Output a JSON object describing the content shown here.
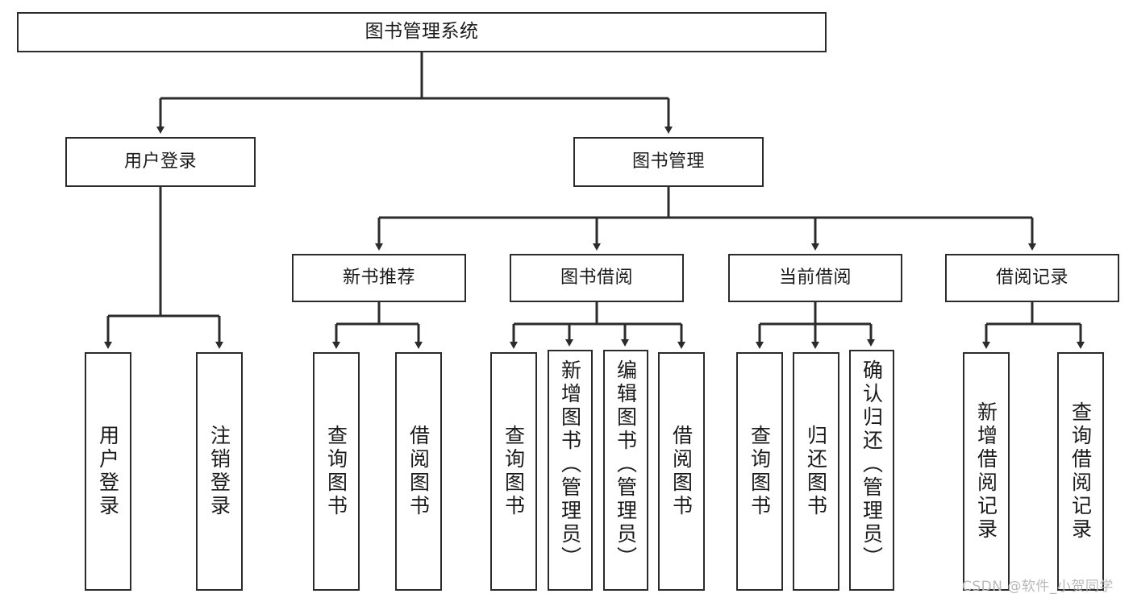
{
  "diagram": {
    "title": "图书管理系统",
    "type": "hierarchy-tree",
    "nodes": {
      "root": {
        "label": "图书管理系统",
        "level": 0
      },
      "user_login": {
        "label": "用户登录",
        "level": 1
      },
      "book_manage": {
        "label": "图书管理",
        "level": 1
      },
      "new_book_rec": {
        "label": "新书推荐",
        "level": 2
      },
      "book_borrow": {
        "label": "图书借阅",
        "level": 2
      },
      "current_borrow": {
        "label": "当前借阅",
        "level": 2
      },
      "borrow_record": {
        "label": "借阅记录",
        "level": 2
      },
      "leaf_user_login": {
        "label": "用户登录",
        "level": 3
      },
      "leaf_logout": {
        "label": "注销登录",
        "level": 3
      },
      "leaf_query_book_1": {
        "label": "查询图书",
        "level": 3
      },
      "leaf_borrow_book_1": {
        "label": "借阅图书",
        "level": 3
      },
      "leaf_query_book_2": {
        "label": "查询图书",
        "level": 3
      },
      "leaf_add_book": {
        "label": "新增图书（管理员）",
        "level": 3
      },
      "leaf_edit_book": {
        "label": "编辑图书（管理员）",
        "level": 3
      },
      "leaf_borrow_book_2": {
        "label": "借阅图书",
        "level": 3
      },
      "leaf_query_book_3": {
        "label": "查询图书",
        "level": 3
      },
      "leaf_return_book": {
        "label": "归还图书",
        "level": 3
      },
      "leaf_confirm_return": {
        "label": "确认归还（管理员）",
        "level": 3
      },
      "leaf_add_record": {
        "label": "新增借阅记录",
        "level": 3
      },
      "leaf_query_record": {
        "label": "查询借阅记录",
        "level": 3
      }
    },
    "edges": [
      {
        "from": "root",
        "to": "user_login"
      },
      {
        "from": "root",
        "to": "book_manage"
      },
      {
        "from": "book_manage",
        "to": "new_book_rec"
      },
      {
        "from": "book_manage",
        "to": "book_borrow"
      },
      {
        "from": "book_manage",
        "to": "current_borrow"
      },
      {
        "from": "book_manage",
        "to": "borrow_record"
      },
      {
        "from": "user_login",
        "to": "leaf_user_login"
      },
      {
        "from": "user_login",
        "to": "leaf_logout"
      },
      {
        "from": "new_book_rec",
        "to": "leaf_query_book_1"
      },
      {
        "from": "new_book_rec",
        "to": "leaf_borrow_book_1"
      },
      {
        "from": "book_borrow",
        "to": "leaf_query_book_2"
      },
      {
        "from": "book_borrow",
        "to": "leaf_add_book"
      },
      {
        "from": "book_borrow",
        "to": "leaf_edit_book"
      },
      {
        "from": "book_borrow",
        "to": "leaf_borrow_book_2"
      },
      {
        "from": "current_borrow",
        "to": "leaf_query_book_3"
      },
      {
        "from": "current_borrow",
        "to": "leaf_return_book"
      },
      {
        "from": "current_borrow",
        "to": "leaf_confirm_return"
      },
      {
        "from": "borrow_record",
        "to": "leaf_add_record"
      },
      {
        "from": "borrow_record",
        "to": "leaf_query_record"
      }
    ],
    "colors": {
      "box_border": "#2b2b2b",
      "box_fill": "#ffffff",
      "connector": "#2b2b2b",
      "text": "#1a1a1a",
      "watermark": "#b9b9b9",
      "background": "#ffffff"
    }
  },
  "watermark": {
    "text": "CSDN @软件_小贺同学"
  }
}
